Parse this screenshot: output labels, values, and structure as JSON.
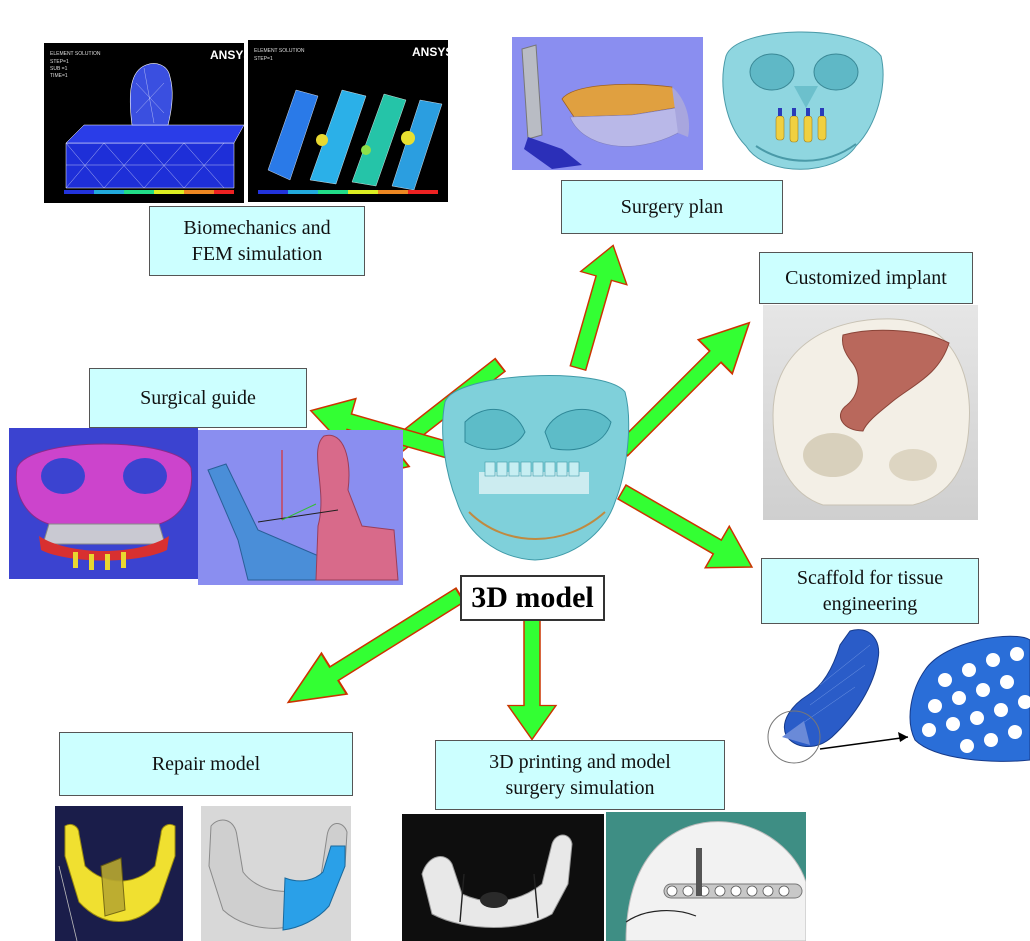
{
  "center": {
    "label": "3D model"
  },
  "nodes": {
    "biomech": {
      "label_line1": "Biomechanics and",
      "label_line2": "FEM simulation"
    },
    "surgery_plan": {
      "label": "Surgery plan"
    },
    "implant": {
      "label": "Customized implant"
    },
    "guide": {
      "label": "Surgical guide"
    },
    "scaffold": {
      "label_line1": "Scaffold for tissue",
      "label_line2": "engineering"
    },
    "repair": {
      "label": "Repair model"
    },
    "printing": {
      "label_line1": "3D printing and model",
      "label_line2": "surgery simulation"
    }
  },
  "fem_images": {
    "left": {
      "brand": "ANSYS",
      "header": "ELEMENT SOLUTION"
    },
    "right": {
      "brand": "ANSYS",
      "header": "ELEMENT SOLUTION"
    }
  },
  "colors": {
    "arrow_fill": "#33ff33",
    "arrow_stroke": "#cc3300",
    "box_fill": "#ccffff",
    "teal_model": "#5fc6d0"
  }
}
